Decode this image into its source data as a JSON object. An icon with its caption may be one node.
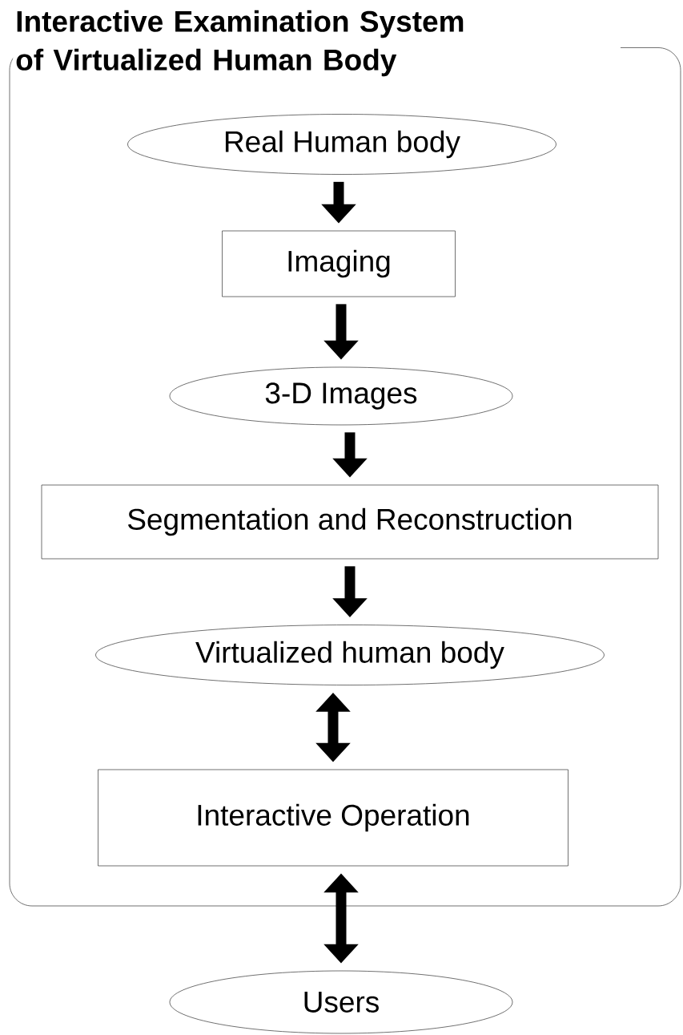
{
  "diagram": {
    "nodes": [
      {
        "text": [
          "Interactive Examination System of Virtualized Human Body"
        ]
      },
      {
        "text": [
          "Real Human body"
        ],
        "in": 0
      },
      {
        "text": [
          "Imaging"
        ],
        "in": 0
      },
      {
        "text": [
          "3-D Images"
        ],
        "in": 0
      },
      {
        "text": [
          "Segmentation and Reconstruction"
        ],
        "in": 0
      },
      {
        "text": [
          "Virtualized human body"
        ],
        "in": 0
      },
      {
        "text": [
          "Interactive Operation"
        ],
        "in": 0
      },
      {
        "text": [
          "Users"
        ]
      }
    ],
    "edges": [
      {
        "from": 1,
        "to": 2,
        "arrow": "to"
      },
      {
        "from": 2,
        "to": 3,
        "arrow": "to"
      },
      {
        "from": 3,
        "to": 4,
        "arrow": "to"
      },
      {
        "from": 4,
        "to": 5,
        "arrow": "to"
      },
      {
        "from": 5,
        "to": 6,
        "arrow": "both"
      },
      {
        "from": 6,
        "to": 7,
        "arrow": "both"
      }
    ]
  }
}
